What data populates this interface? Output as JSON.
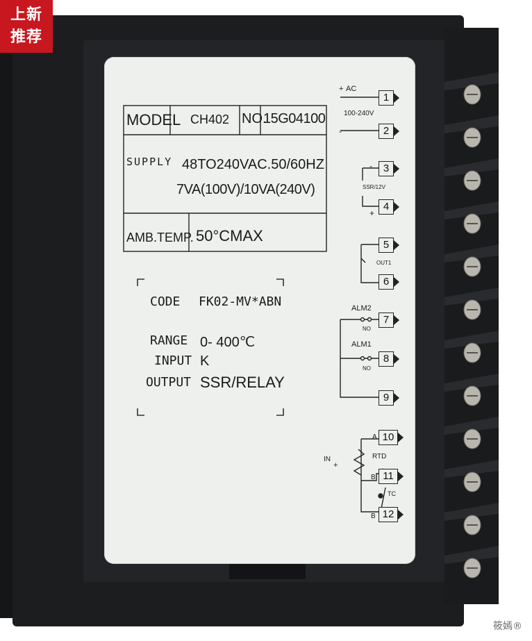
{
  "badge": {
    "line1": "上新",
    "line2": "推荐"
  },
  "label_table": {
    "model_key": "MODEL",
    "model_value": "CH402",
    "no_key": "NO.",
    "no_value": "15G04100",
    "supply_key": "SUPPLY",
    "supply_line1": "48TO240VAC.50/60HZ",
    "supply_line2": "7VA(100V)/10VA(240V)",
    "amb_key": "AMB.TEMP.",
    "amb_value": "50°CMAX"
  },
  "spec": {
    "code_key": "CODE",
    "code_value": "FK02-MV*ABN",
    "range_key": "RANGE",
    "range_value": "0- 400℃",
    "input_key": "INPUT",
    "input_value": "K",
    "output_key": "OUTPUT",
    "output_value": "SSR/RELAY"
  },
  "wiring": {
    "ac": "AC",
    "voltage": "100-240V",
    "ssr": "SSR/12V",
    "out1": "OUT1",
    "alm2": "ALM2",
    "alm1": "ALM1",
    "no": "NO",
    "a": "A",
    "rtd": "RTD",
    "b": "B",
    "tc": "TC",
    "in": "IN",
    "plus": "+",
    "minus": "-",
    "terminals": [
      "1",
      "2",
      "3",
      "4",
      "5",
      "6",
      "7",
      "8",
      "9",
      "10",
      "11",
      "12"
    ]
  },
  "watermark": "筱嫣®",
  "colors": {
    "badge": "#c8171e",
    "housing": "#1c1d1f",
    "label": "#eef0ee"
  }
}
